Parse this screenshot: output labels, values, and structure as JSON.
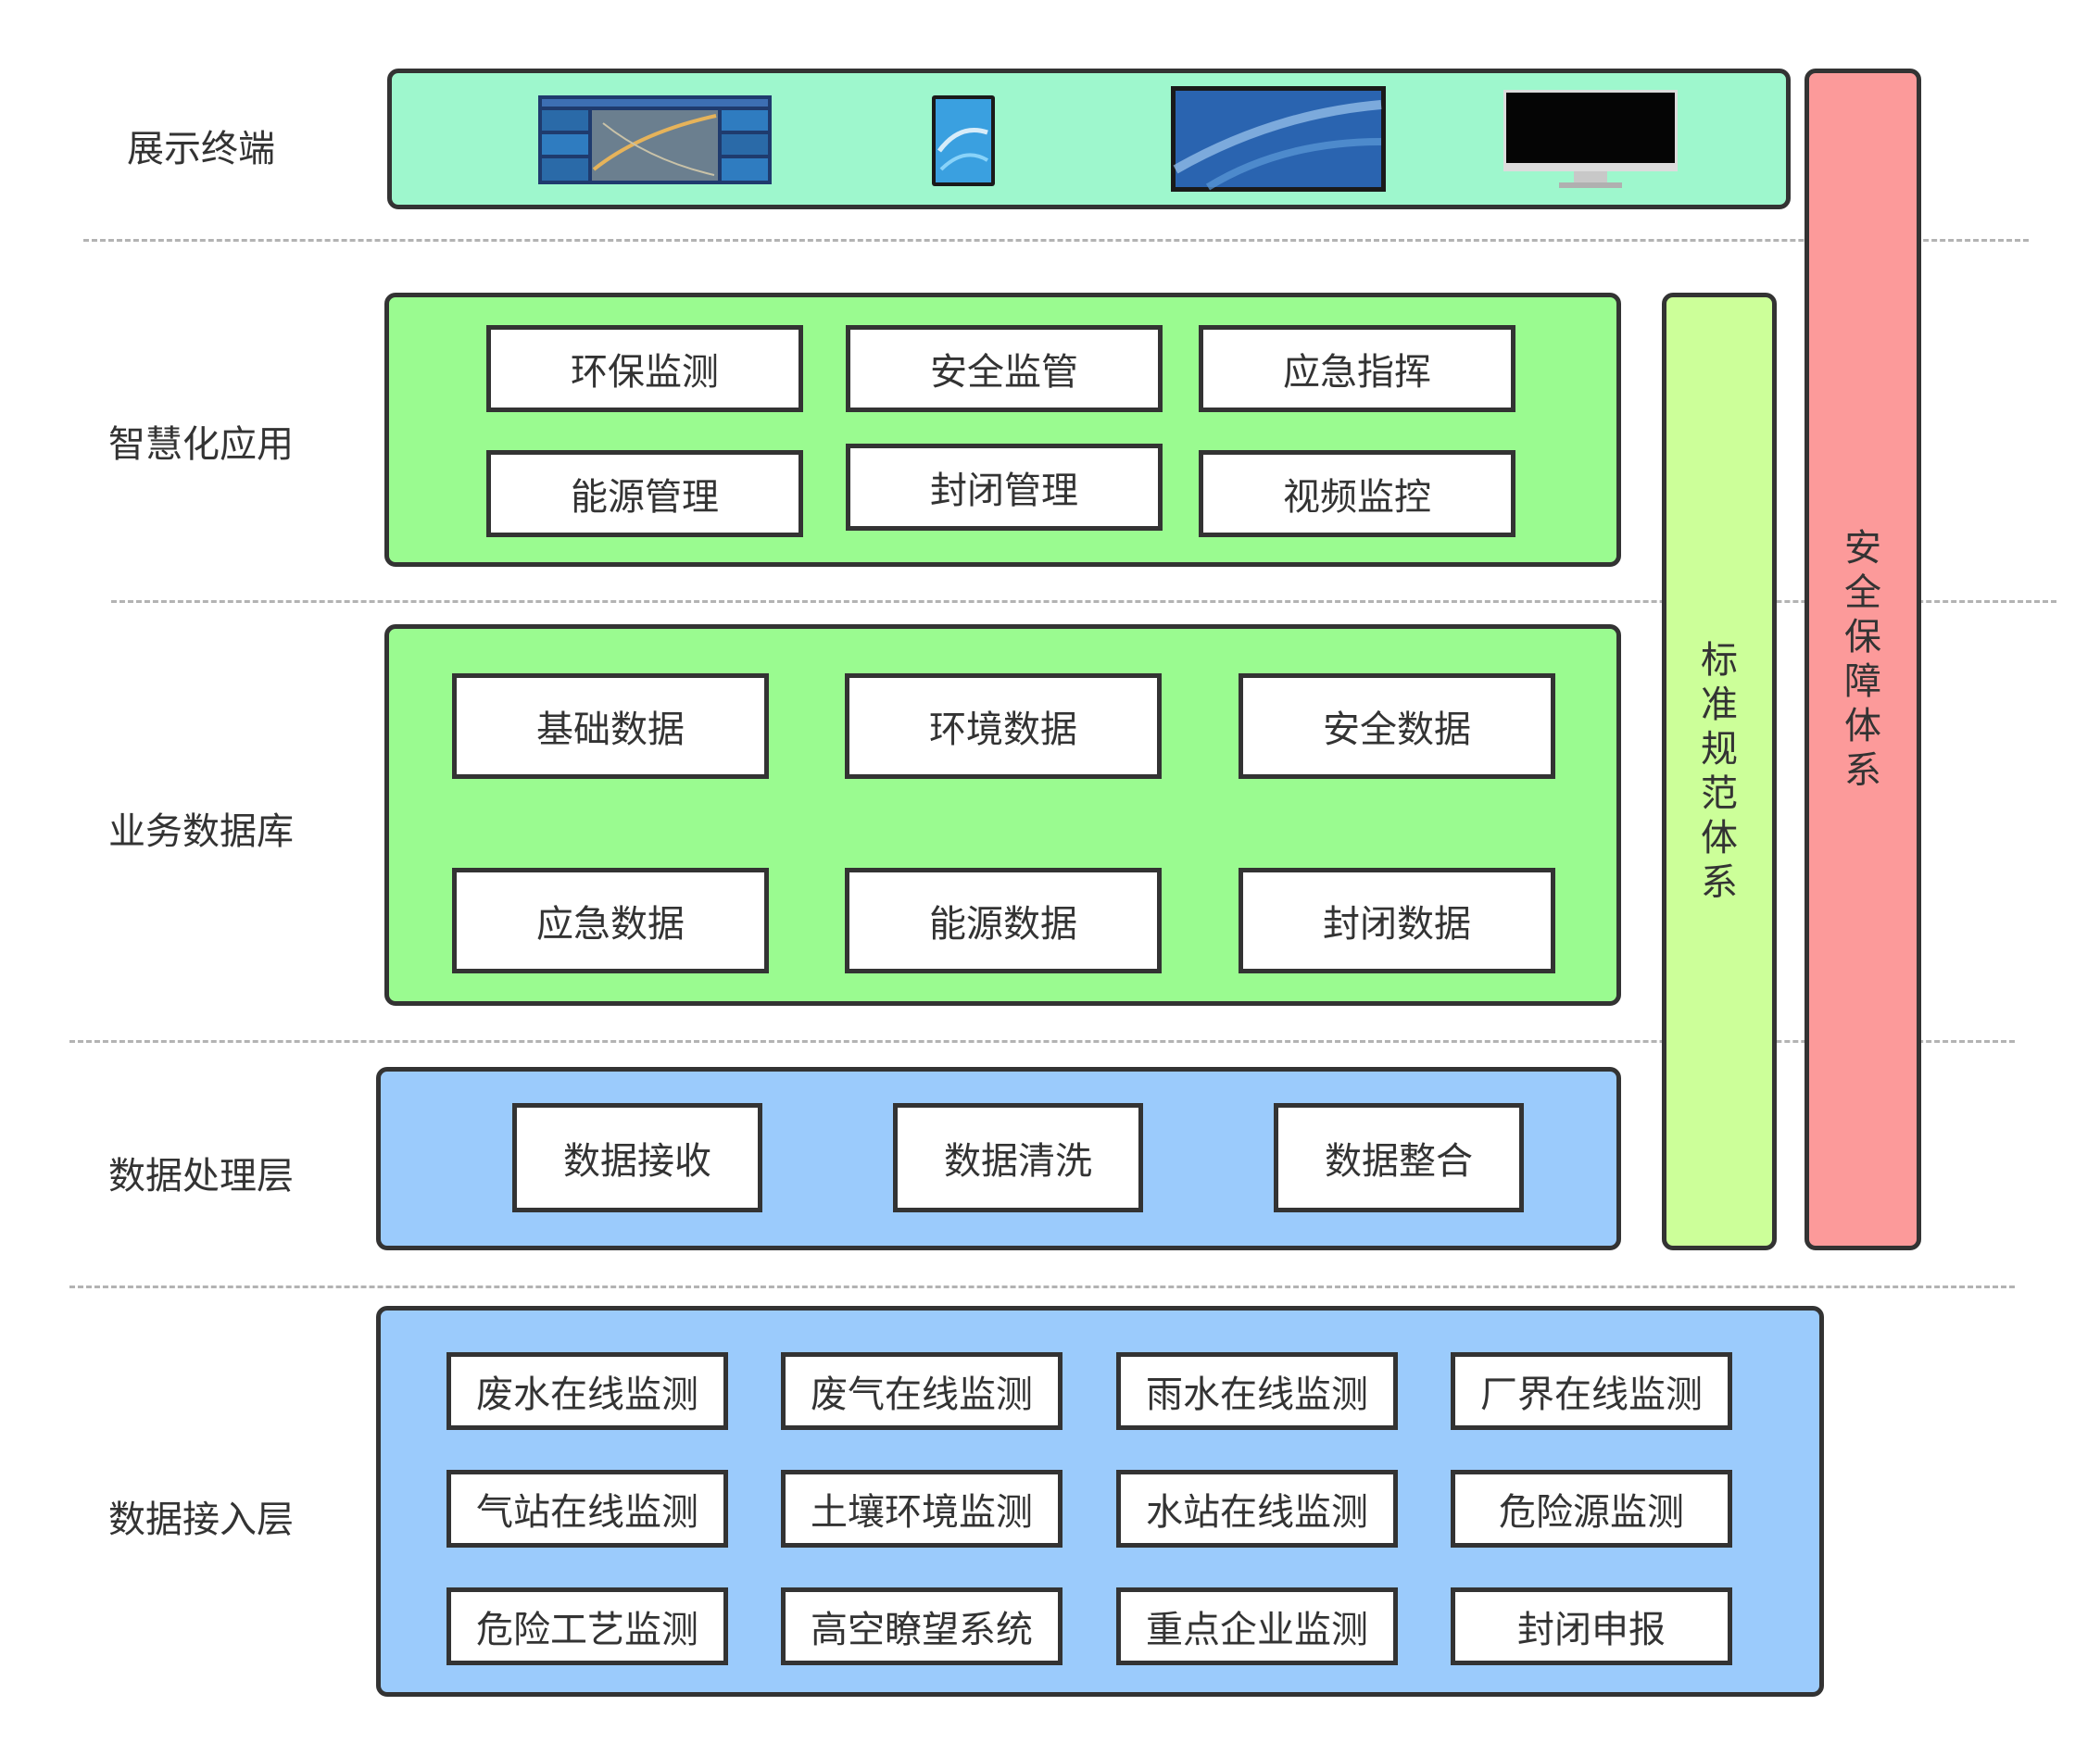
{
  "layers": {
    "display": "展示终端",
    "application": "智慧化应用",
    "database": "业务数据库",
    "processing": "数据处理层",
    "access": "数据接入层"
  },
  "devices": [
    "dashboard-screen-icon",
    "tablet-icon",
    "monitor-blue-icon",
    "desktop-monitor-icon"
  ],
  "application": [
    "环保监测",
    "安全监管",
    "应急指挥",
    "能源管理",
    "封闭管理",
    "视频监控"
  ],
  "database": [
    "基础数据",
    "环境数据",
    "安全数据",
    "应急数据",
    "能源数据",
    "封闭数据"
  ],
  "processing": [
    "数据接收",
    "数据清洗",
    "数据整合"
  ],
  "access": [
    "废水在线监测",
    "废气在线监测",
    "雨水在线监测",
    "厂界在线监测",
    "气站在线监测",
    "土壤环境监测",
    "水站在线监测",
    "危险源监测",
    "危险工艺监测",
    "高空瞭望系统",
    "重点企业监测",
    "封闭申报"
  ],
  "side": {
    "standard": "标准规范体系",
    "security": "安全保障体系"
  },
  "colors": {
    "display_panel": "#9ef7cd",
    "green_panel": "#9afb90",
    "blue_panel": "#9bcbfc",
    "standard_bar": "#ccff99",
    "security_bar": "#fc9a9a"
  }
}
